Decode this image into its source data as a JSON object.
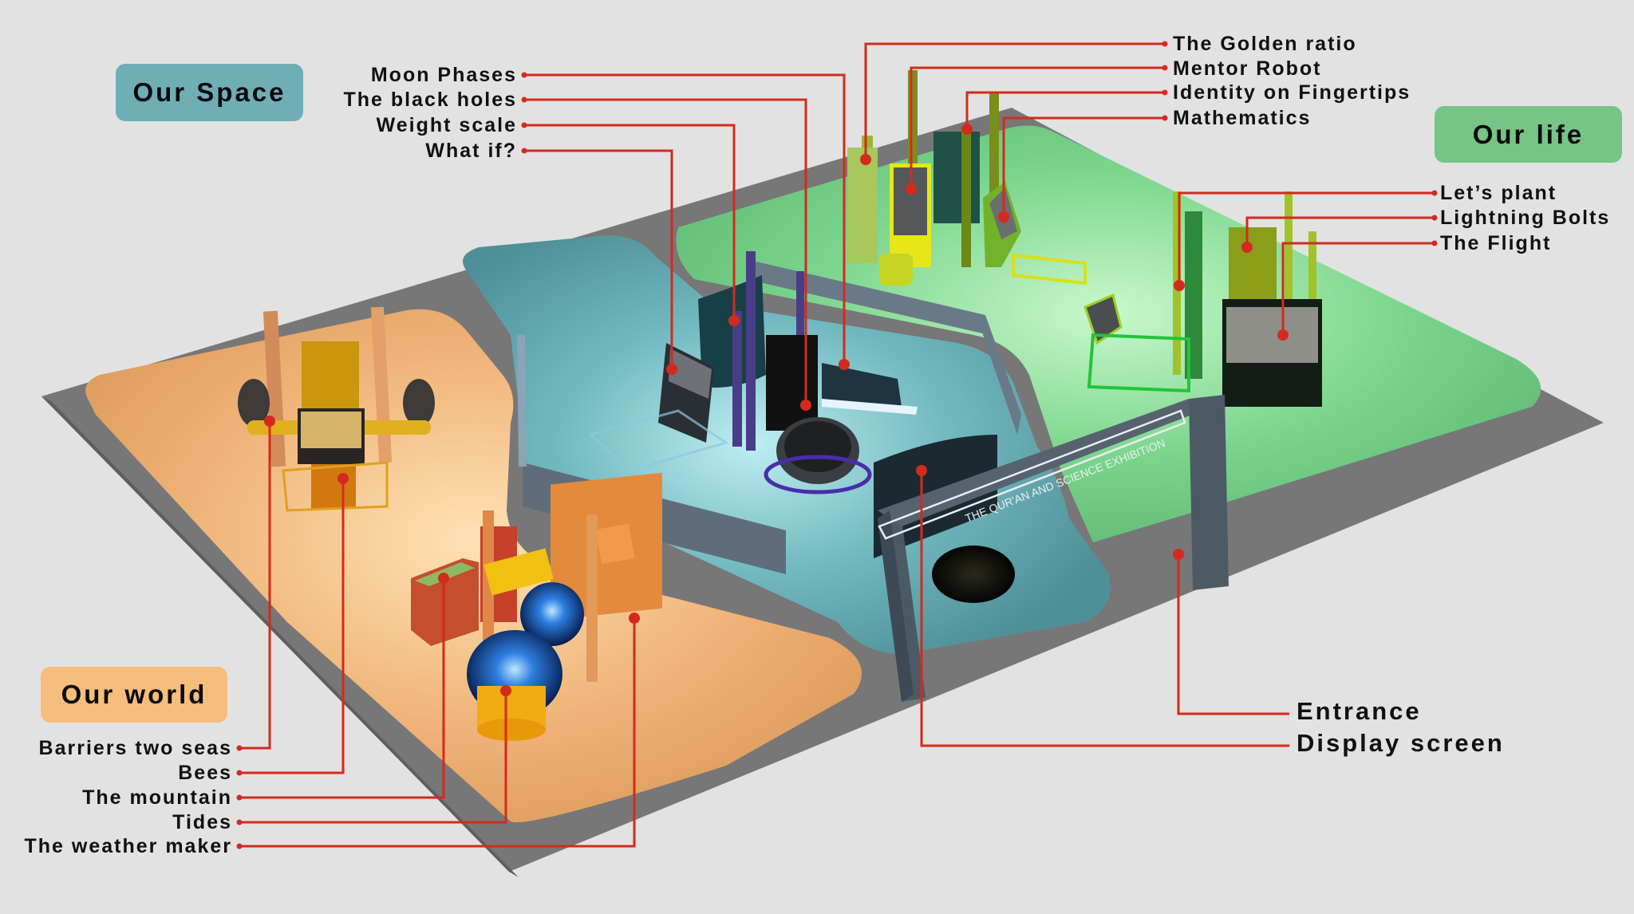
{
  "diagram": {
    "title": "THE QUR'AN AND SCIENCE EXHIBITION",
    "colors": {
      "background": "#e2e2e2",
      "floor_border": "#7a7a7a",
      "leader_line": "#d42a1e",
      "our_space": "#70aeb6",
      "our_life": "#76c486",
      "our_world": "#f6bd7c",
      "space_floor": "#5ea3a8",
      "life_floor": "#74cc84",
      "world_floor": "#e8a868",
      "arch": "#4c5a66"
    },
    "zones": [
      {
        "name": "Our Space",
        "items": [
          "Moon Phases",
          "The black holes",
          "Weight scale",
          "What if?"
        ]
      },
      {
        "name": "Our life",
        "items_top": [
          "The Golden ratio",
          "Mentor Robot",
          "Identity on Fingertips",
          "Mathematics"
        ],
        "items_right": [
          "Let’s plant",
          "Lightning Bolts",
          "The Flight"
        ]
      },
      {
        "name": "Our world",
        "items": [
          "Barriers two seas",
          "Bees",
          "The mountain",
          "Tides",
          "The weather maker"
        ]
      }
    ],
    "general": [
      "Entrance",
      "Display screen"
    ],
    "arch_text": "THE QUR'AN AND SCIENCE EXHIBITION"
  }
}
